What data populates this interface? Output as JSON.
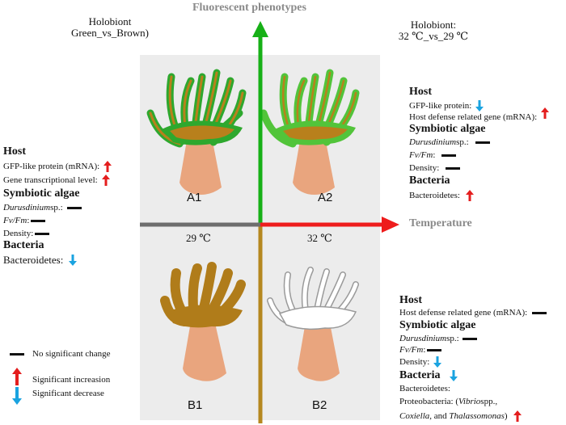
{
  "axis": {
    "vertical_title": "Fluorescent phenotypes",
    "horizontal_title": "Temperature",
    "temp_left": "29 ℃",
    "temp_right": "32 ℃"
  },
  "headers": {
    "left_line1": "Holobiont",
    "left_line2": "Green_vs_Brown)",
    "right_line1": "Holobiont:",
    "right_line2": "32 ℃_vs_29 ℃"
  },
  "panels": {
    "a1": "A1",
    "a2": "A2",
    "b1": "B1",
    "b2": "B2"
  },
  "left_block": {
    "host_title": "Host",
    "gfp": "GFP-like protein (mRNA):",
    "gene": "Gene transcriptional level:",
    "algae_title": "Symbiotic algae",
    "durusdinium": "Durusdinium",
    "sp": " sp.:",
    "fvfm": "Fv/Fm",
    "colon": ":",
    "density": "Density:",
    "bacteria_title": "Bacteria",
    "bacteroidetes": "Bacteroidetes:"
  },
  "right_top_block": {
    "host_title": "Host",
    "gfp": "GFP-like protein:",
    "defense": "Host defense related gene (mRNA):",
    "algae_title": "Symbiotic algae",
    "durusdinium": "Durusdinium",
    "sp": " sp.:",
    "fvfm": "Fv/Fm",
    "colon": ":",
    "density": "Density:",
    "bacteria_title": "Bacteria",
    "bacteroidetes": "Bacteroidetes:"
  },
  "right_bottom_block": {
    "host_title": "Host",
    "defense": "Host defense related gene (mRNA):",
    "algae_title": "Symbiotic algae",
    "durusdinium": "Durusdinium",
    "sp": " sp.:",
    "fvfm": "Fv/Fm",
    "colon": ":",
    "density": "Density:",
    "bacteria_title": "Bacteria",
    "bacteroidetes": "Bacteroidetes:",
    "proteo_prefix": "Proteobacteria: (",
    "vibrio": "Vibrio",
    "spp": " spp.,",
    "coxiella": "Coxiella",
    "and": ", and ",
    "thalassomonas": "Thalassomonas",
    "close": ")"
  },
  "legend": {
    "no_change": "No significant change",
    "increase": "Significant increasion",
    "decrease": "Significant decrease"
  },
  "colors": {
    "up": "#e41e1e",
    "down": "#1aa3e0",
    "green_axis": "#17b017",
    "red_axis": "#ee1c1c",
    "brown_axis": "#b5871f",
    "gray_axis": "#6d6d6d",
    "panel_bg": "#ececec"
  },
  "icons": [
    "red-up-arrow-icon",
    "blue-down-arrow-icon",
    "black-dash-icon"
  ]
}
